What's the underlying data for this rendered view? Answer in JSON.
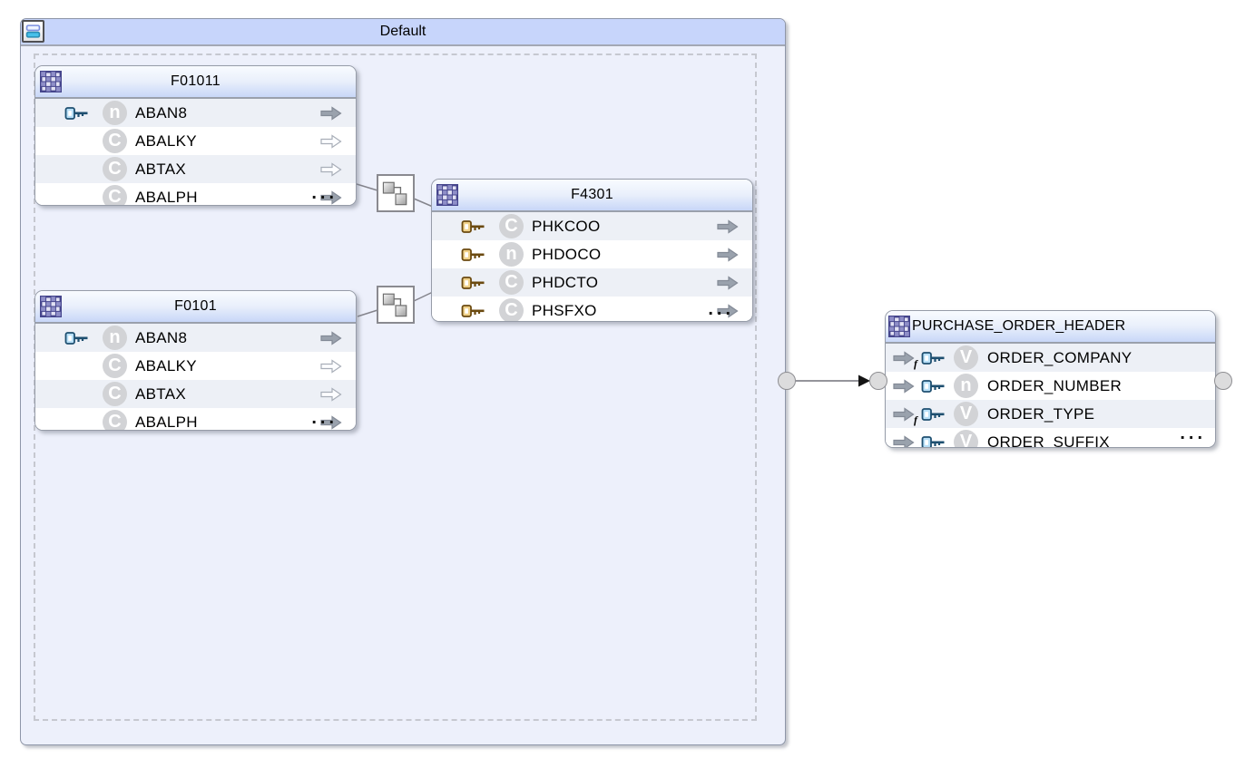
{
  "dataset": {
    "title": "Default"
  },
  "source_tables": [
    {
      "title": "F01011",
      "more": "...",
      "columns": [
        {
          "name": "ABAN8",
          "datatype": "n",
          "key": "blue",
          "arrow": "solid"
        },
        {
          "name": "ABALKY",
          "datatype": "C",
          "key": "",
          "arrow": "outline"
        },
        {
          "name": "ABTAX",
          "datatype": "C",
          "key": "",
          "arrow": "outline"
        },
        {
          "name": "ABALPH",
          "datatype": "C",
          "key": "",
          "arrow": "solid"
        }
      ]
    },
    {
      "title": "F4301",
      "more": "...",
      "columns": [
        {
          "name": "PHKCOO",
          "datatype": "C",
          "key": "gold",
          "arrow": "solid"
        },
        {
          "name": "PHDOCO",
          "datatype": "n",
          "key": "gold",
          "arrow": "solid"
        },
        {
          "name": "PHDCTO",
          "datatype": "C",
          "key": "gold",
          "arrow": "solid"
        },
        {
          "name": "PHSFXO",
          "datatype": "C",
          "key": "gold",
          "arrow": "solid"
        }
      ]
    },
    {
      "title": "F0101",
      "more": "...",
      "columns": [
        {
          "name": "ABAN8",
          "datatype": "n",
          "key": "blue",
          "arrow": "solid"
        },
        {
          "name": "ABALKY",
          "datatype": "C",
          "key": "",
          "arrow": "outline"
        },
        {
          "name": "ABTAX",
          "datatype": "C",
          "key": "",
          "arrow": "outline"
        },
        {
          "name": "ABALPH",
          "datatype": "C",
          "key": "",
          "arrow": "solid"
        }
      ]
    }
  ],
  "target_table": {
    "title": "PURCHASE_ORDER_HEADER",
    "more": "...",
    "columns": [
      {
        "name": "ORDER_COMPANY",
        "datatype": "V",
        "key": "blue",
        "in_arrow": "solid",
        "expression": "f"
      },
      {
        "name": "ORDER_NUMBER",
        "datatype": "n",
        "key": "blue",
        "in_arrow": "solid",
        "expression": ""
      },
      {
        "name": "ORDER_TYPE",
        "datatype": "V",
        "key": "blue",
        "in_arrow": "solid",
        "expression": "f"
      },
      {
        "name": "ORDER_SUFFIX",
        "datatype": "V",
        "key": "blue",
        "in_arrow": "solid",
        "expression": ""
      }
    ]
  },
  "operators": [
    {
      "type": "join"
    },
    {
      "type": "join"
    }
  ],
  "colors": {
    "dataset_header": "#c7d5fb",
    "dataset_body": "#edf0fb",
    "table_header_blue": "#c8d7f8",
    "row_alt": "#edf0f6",
    "key_blue": "#b8e0f8",
    "key_gold": "#f0d189",
    "arrow_gray": "#9aa2ad",
    "connector": "#76767e"
  }
}
